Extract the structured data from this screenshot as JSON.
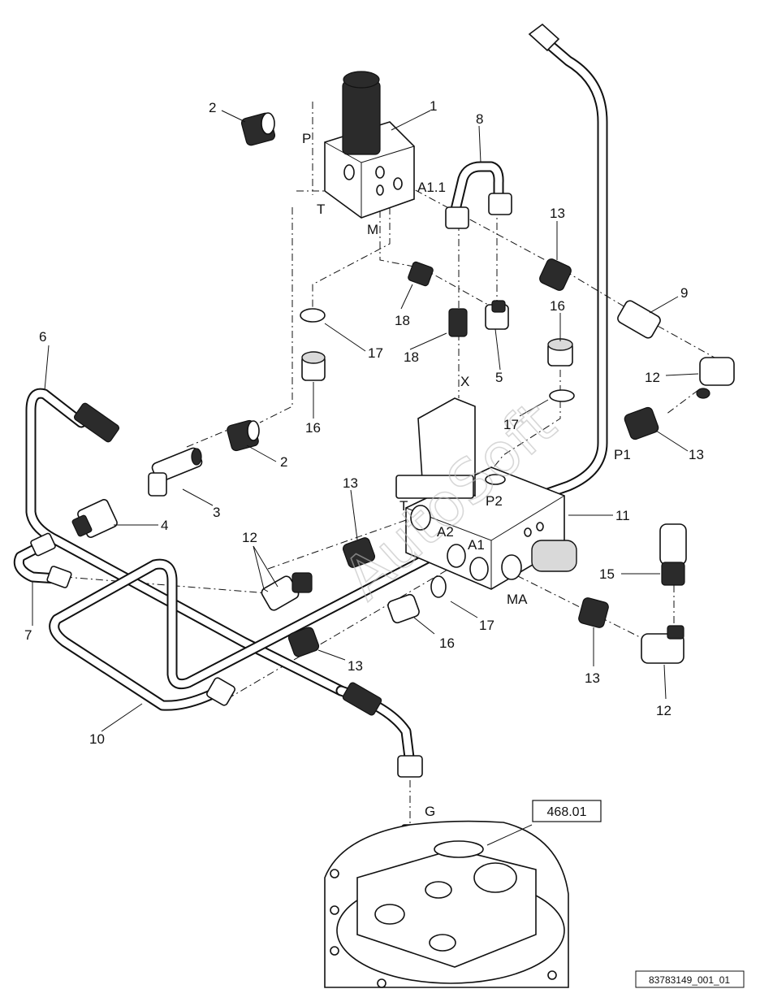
{
  "callouts": {
    "c1": "1",
    "c2a": "2",
    "c2b": "2",
    "c3": "3",
    "c4": "4",
    "c5": "5",
    "c6": "6",
    "c7": "7",
    "c8": "8",
    "c9": "9",
    "c10": "10",
    "c11": "11",
    "c12a": "12",
    "c12b": "12",
    "c12c": "12",
    "c13a": "13",
    "c13b": "13",
    "c13c": "13",
    "c13d": "13",
    "c13e": "13",
    "c15": "15",
    "c16a": "16",
    "c16b": "16",
    "c16c": "16",
    "c17a": "17",
    "c17b": "17",
    "c17c": "17",
    "c18a": "18",
    "c18b": "18"
  },
  "ports": {
    "P": "P",
    "T": "T",
    "M": "M",
    "A1_1": "A1.1",
    "X": "X",
    "P1": "P1",
    "P2": "P2",
    "T2": "T",
    "A2": "A2",
    "A1": "A1",
    "MA": "MA",
    "G": "G"
  },
  "reference_box": "468.01",
  "drawing_code": "83783149_001_01",
  "watermark": "AutoSoft"
}
